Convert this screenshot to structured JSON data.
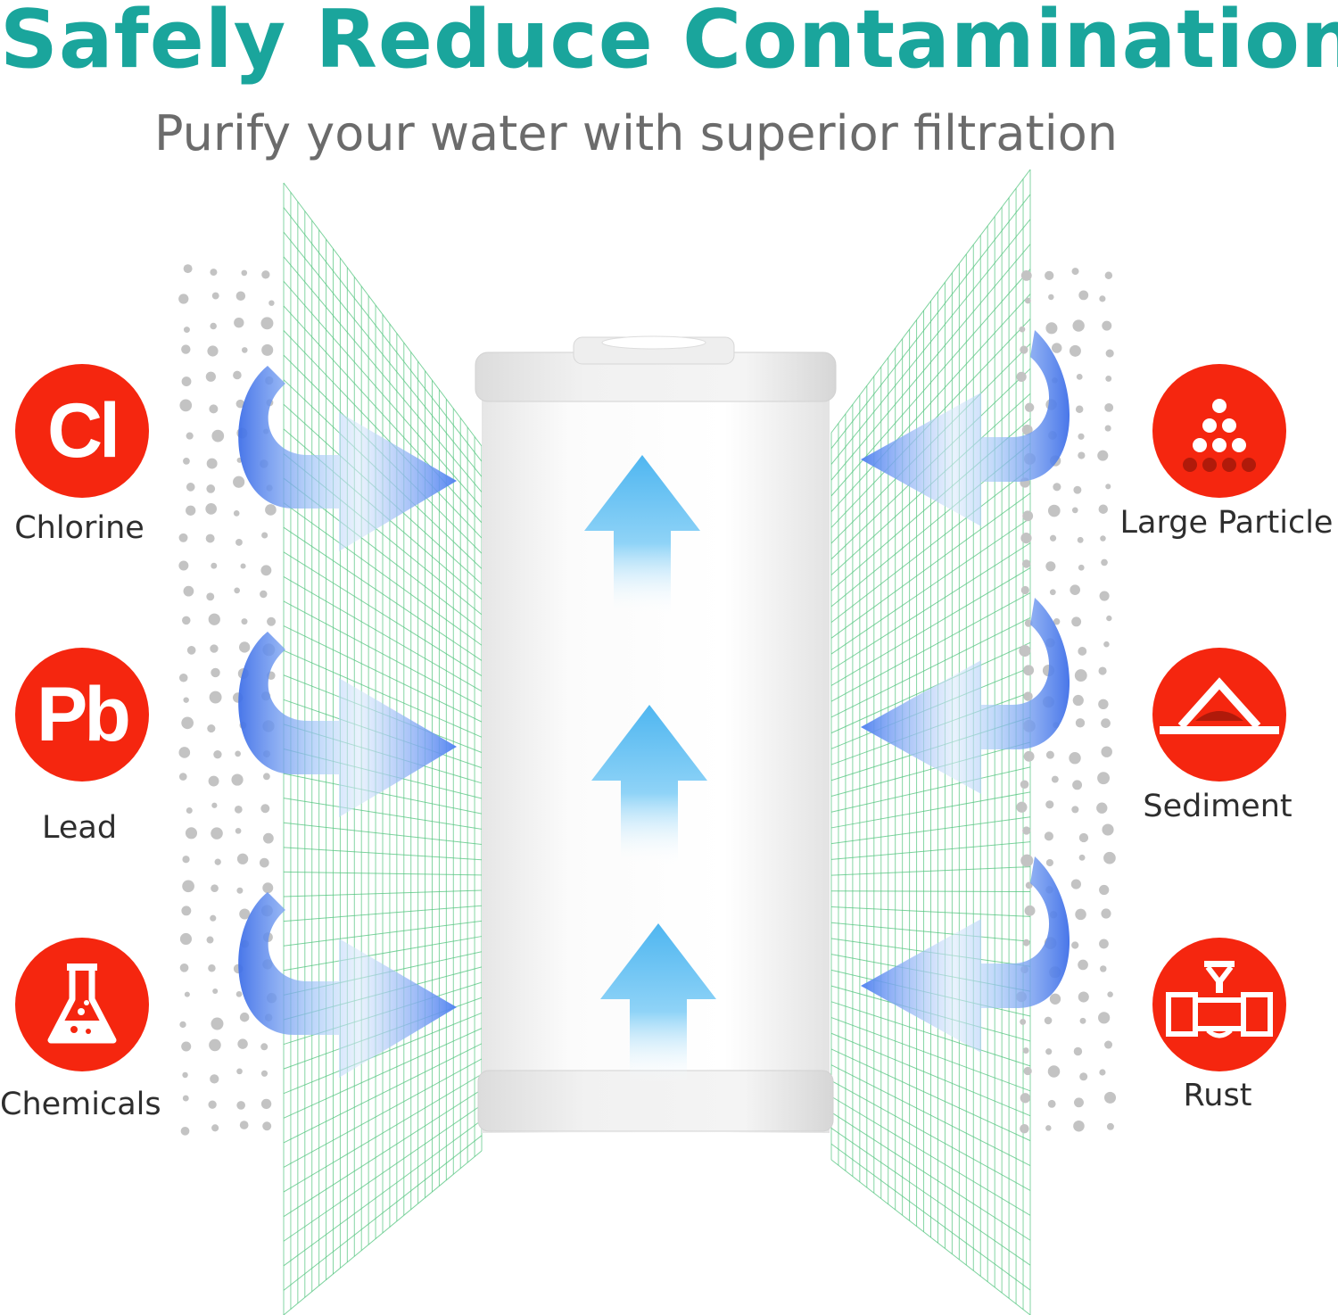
{
  "headline": "Safely Reduce Contamination",
  "subheadline": "Purify your water with superior filtration",
  "colors": {
    "headline": "#1aa59c",
    "subheadline": "#6b6b6b",
    "badge": "#f5260f",
    "mesh": "#52c47d",
    "flow_arrow": "#4f7ff0",
    "up_arrow": "#5bbdf2"
  },
  "contaminants": {
    "left": [
      {
        "symbol": "Cl",
        "icon": "chlorine-symbol",
        "label": "Chlorine"
      },
      {
        "symbol": "Pb",
        "icon": "lead-symbol",
        "label": "Lead"
      },
      {
        "symbol": "",
        "icon": "flask-icon",
        "label": "Chemicals"
      }
    ],
    "right": [
      {
        "symbol": "",
        "icon": "particles-icon",
        "label": "Large Particle"
      },
      {
        "symbol": "",
        "icon": "sediment-icon",
        "label": "Sediment"
      },
      {
        "symbol": "",
        "icon": "pipe-valve-icon",
        "label": "Rust"
      }
    ]
  }
}
